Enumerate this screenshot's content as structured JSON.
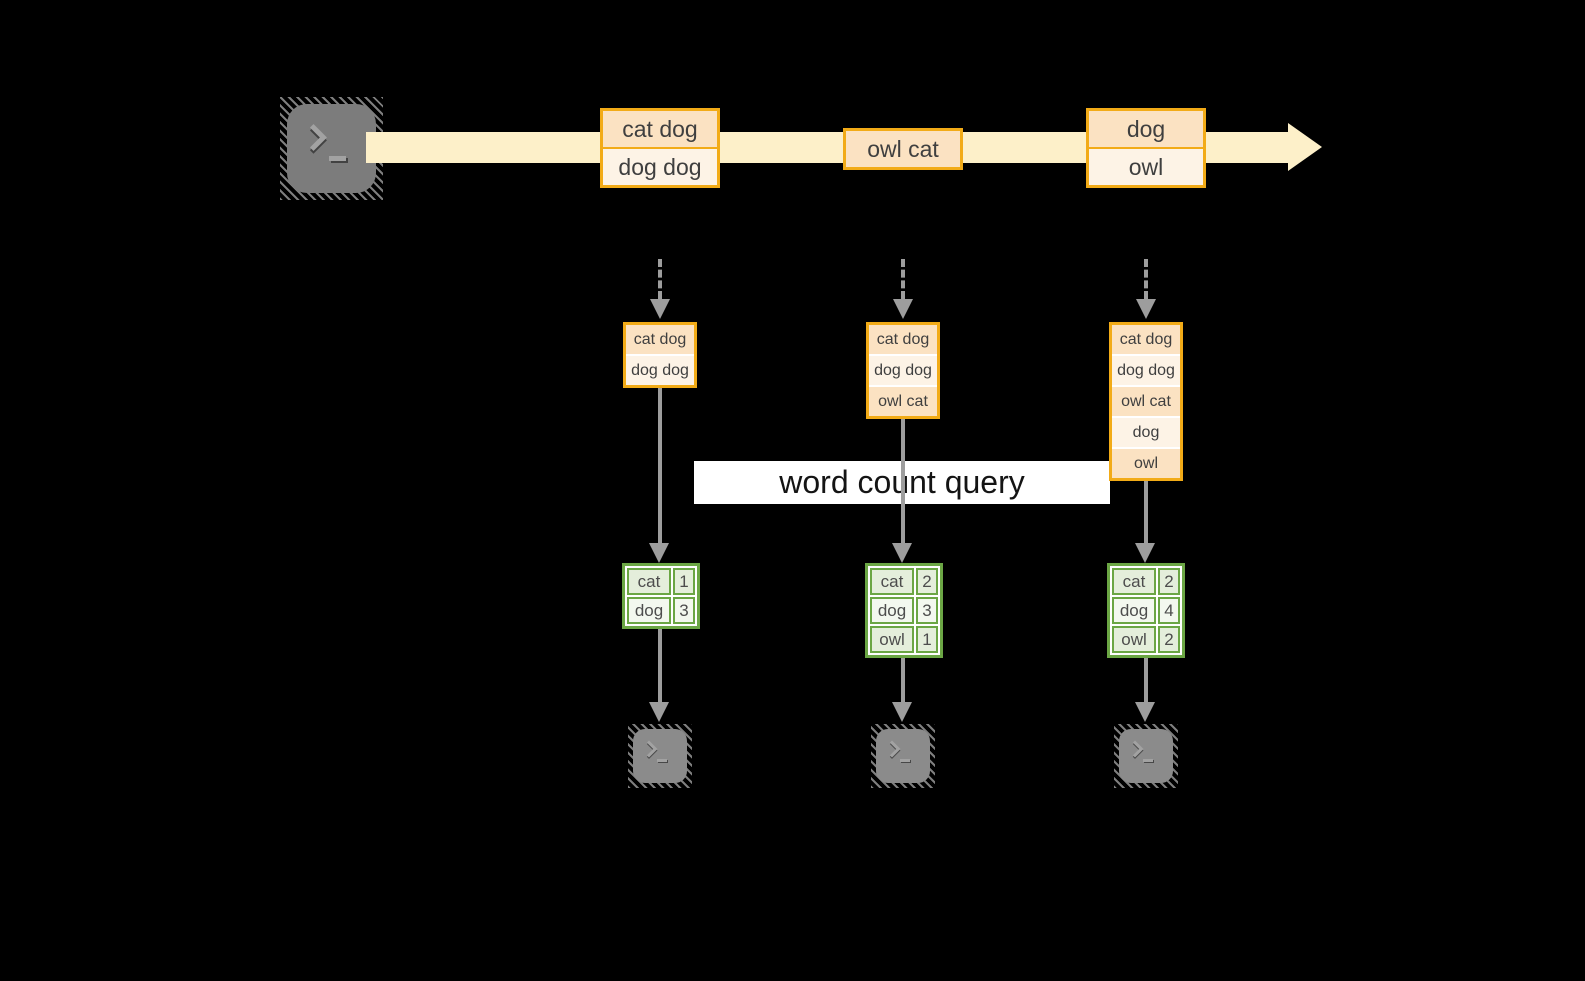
{
  "colors": {
    "background": "#000000",
    "gold": "#f2ab17",
    "peach": "#fbe2c2",
    "cream": "#fdf3e6",
    "streamFill": "#fdf0c9",
    "green": "#6ba644",
    "greenA": "#e4eedb",
    "greenB": "#f3f8ef",
    "arrow": "#9d9d9d",
    "text": "#3f3f3f",
    "tableText": "#4d4d4d",
    "bannerBg": "#ffffff",
    "bannerText": "#141414",
    "terminalBody": "#7c7c7c",
    "terminalBodySink": "#8b8b8b",
    "hatch": "#7e7e7e",
    "glyph": "#a2a2a2"
  },
  "stream": {
    "events": [
      {
        "rows": [
          "cat dog",
          "dog dog"
        ]
      },
      {
        "rows": [
          "owl cat"
        ]
      },
      {
        "rows": [
          "dog",
          "owl"
        ]
      }
    ]
  },
  "stores": [
    {
      "rows": [
        "cat dog",
        "dog dog"
      ]
    },
    {
      "rows": [
        "cat dog",
        "dog dog",
        "owl cat"
      ]
    },
    {
      "rows": [
        "cat dog",
        "dog dog",
        "owl cat",
        "dog",
        "owl"
      ]
    }
  ],
  "query": {
    "label": "word count query"
  },
  "tables": [
    {
      "rows": [
        {
          "word": "cat",
          "count": "1"
        },
        {
          "word": "dog",
          "count": "3"
        }
      ]
    },
    {
      "rows": [
        {
          "word": "cat",
          "count": "2"
        },
        {
          "word": "dog",
          "count": "3"
        },
        {
          "word": "owl",
          "count": "1"
        }
      ]
    },
    {
      "rows": [
        {
          "word": "cat",
          "count": "2"
        },
        {
          "word": "dog",
          "count": "4"
        },
        {
          "word": "owl",
          "count": "2"
        }
      ]
    }
  ]
}
